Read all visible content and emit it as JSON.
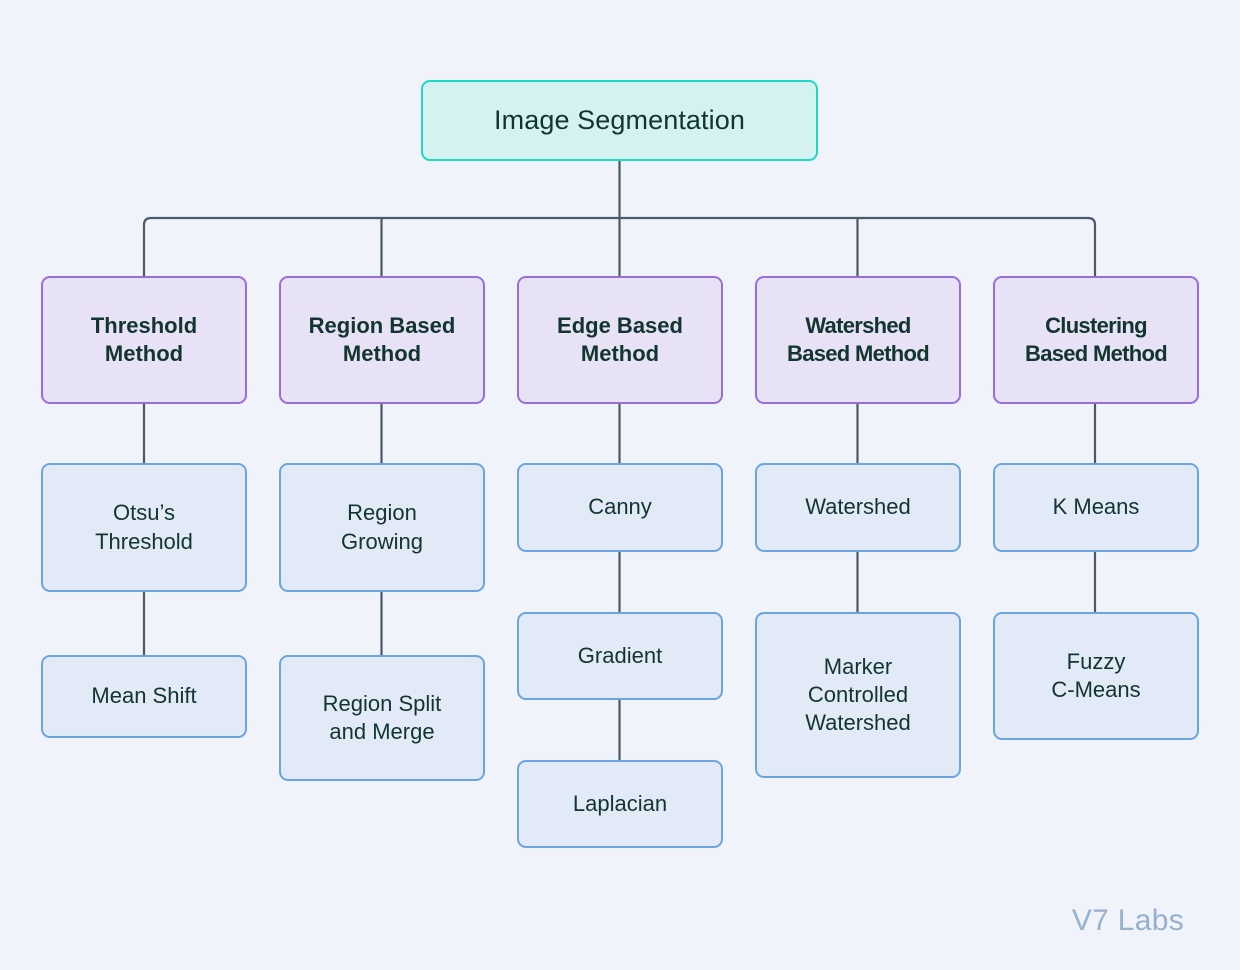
{
  "diagram": {
    "title": "Image Segmentation",
    "type": "tree",
    "background_color": "#f0f3f9",
    "connector_color": "#4a5a6a",
    "watermark": "V7 Labs",
    "watermark_color": "#94b2d0",
    "styles": {
      "root": {
        "fill": "#d4f2ef",
        "border": "#1ed8c4",
        "text": "#12352f"
      },
      "category": {
        "fill": "#e7e2f6",
        "border": "#9b6ddc",
        "text": "#12352f"
      },
      "leaf": {
        "fill": "#e1eaf6",
        "border": "#6aa5e0",
        "text": "#12352f"
      }
    }
  },
  "nodes": {
    "root": {
      "label": "Image Segmentation",
      "level": "root"
    },
    "categories": [
      {
        "id": "threshold",
        "label": "Threshold\nMethod",
        "level": "category"
      },
      {
        "id": "region",
        "label": "Region Based\nMethod",
        "level": "category"
      },
      {
        "id": "edge",
        "label": "Edge Based\nMethod",
        "level": "category"
      },
      {
        "id": "watershed",
        "label": "Watershed\nBased Method",
        "level": "category"
      },
      {
        "id": "clustering",
        "label": "Clustering\nBased Method",
        "level": "category"
      }
    ],
    "leaves": [
      {
        "id": "otsu",
        "parent": "threshold",
        "label": "Otsu’s\nThreshold",
        "level": "leaf"
      },
      {
        "id": "meanshift",
        "parent": "otsu",
        "label": "Mean Shift",
        "level": "leaf"
      },
      {
        "id": "regiongrowing",
        "parent": "region",
        "label": "Region\nGrowing",
        "level": "leaf"
      },
      {
        "id": "regionsplit",
        "parent": "regiongrowing",
        "label": "Region Split\nand Merge",
        "level": "leaf"
      },
      {
        "id": "canny",
        "parent": "edge",
        "label": "Canny",
        "level": "leaf"
      },
      {
        "id": "gradient",
        "parent": "canny",
        "label": "Gradient",
        "level": "leaf"
      },
      {
        "id": "laplacian",
        "parent": "gradient",
        "label": "Laplacian",
        "level": "leaf"
      },
      {
        "id": "watershedleaf",
        "parent": "watershed",
        "label": "Watershed",
        "level": "leaf"
      },
      {
        "id": "marker",
        "parent": "watershedleaf",
        "label": "Marker\nControlled\nWatershed",
        "level": "leaf"
      },
      {
        "id": "kmeans",
        "parent": "clustering",
        "label": "K Means",
        "level": "leaf"
      },
      {
        "id": "fuzzy",
        "parent": "kmeans",
        "label": "Fuzzy\nC-Means",
        "level": "leaf"
      }
    ]
  }
}
